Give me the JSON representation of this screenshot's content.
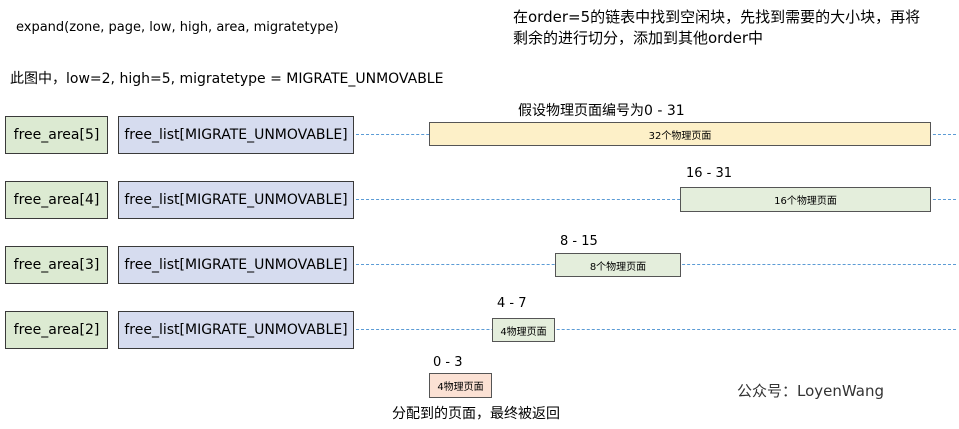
{
  "header": {
    "function_sig": "expand(zone, page, low, high, area, migratetype)",
    "note_line1": "在order=5的链表中找到空闲块，先找到需要的大小块，再将",
    "note_line2": "剩余的进行切分，添加到其他order中",
    "params": "此图中，low=2, high=5, migratetype = MIGRATE_UNMOVABLE"
  },
  "assumption": "假设物理页面编号为0 - 31",
  "rows": [
    {
      "area": "free_area[5]",
      "list": "free_list[MIGRATE_UNMOVABLE]",
      "block_label": "32个物理页面",
      "range": ""
    },
    {
      "area": "free_area[4]",
      "list": "free_list[MIGRATE_UNMOVABLE]",
      "block_label": "16个物理页面",
      "range": "16 - 31"
    },
    {
      "area": "free_area[3]",
      "list": "free_list[MIGRATE_UNMOVABLE]",
      "block_label": "8个物理页面",
      "range": "8 - 15"
    },
    {
      "area": "free_area[2]",
      "list": "free_list[MIGRATE_UNMOVABLE]",
      "block_label": "4物理页面",
      "range": "4 - 7"
    }
  ],
  "allocated": {
    "range": "0 - 3",
    "block_label": "4物理页面",
    "caption": "分配到的页面，最终被返回"
  },
  "watermark": "公众号：LoyenWang",
  "colors": {
    "free_area_fill": "#dcead2",
    "free_list_fill": "#d6dcef",
    "block_32_fill": "#fdf0c8",
    "block_free_fill": "#e4eedc",
    "block_alloc_fill": "#fbe1d4",
    "link_line": "#5b9bd5"
  }
}
